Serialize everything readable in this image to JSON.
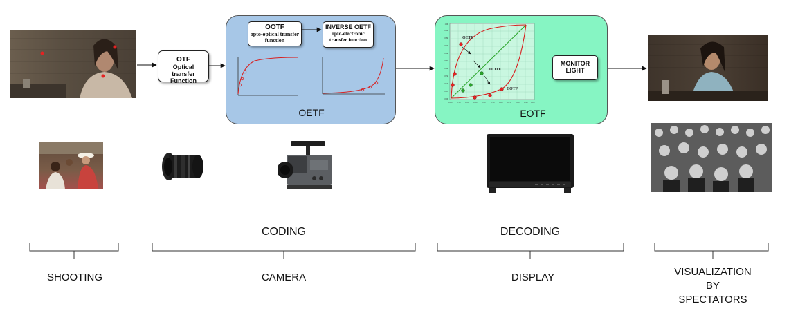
{
  "nodes": {
    "otf": {
      "title": "OTF",
      "subtitle": "Optical transfer Function"
    },
    "ootf": {
      "title": "OOTF",
      "subtitle": "opto-optical transfer function"
    },
    "inverse_oetf": {
      "title": "INVERSE OETF",
      "subtitle": "opto-electronic transfer function"
    },
    "monitor": {
      "title": "MONITOR LIGHT"
    }
  },
  "panels": {
    "oetf": {
      "label": "OETF",
      "color": "#a7c7e7"
    },
    "eotf": {
      "label": "EOTF",
      "color": "#86f5c3"
    }
  },
  "eotf_plot": {
    "curve_labels": {
      "oetf": "OETF",
      "ootf": "OOTF",
      "eotf": "EOTF"
    },
    "tick_labels": [
      "0.00",
      "0.10",
      "0.20",
      "0.30",
      "0.40",
      "0.50",
      "0.60",
      "0.70",
      "0.80",
      "0.90",
      "1.00"
    ]
  },
  "stages": {
    "shooting": "SHOOTING",
    "coding": "CODING",
    "camera": "CAMERA",
    "decoding": "DECODING",
    "display": "DISPLAY",
    "visualization_line1": "VISUALIZATION",
    "visualization_line2": "BY",
    "visualization_line3": "SPECTATORS"
  },
  "colors": {
    "curve_red": "#d81e1e",
    "curve_green": "#2aa52a",
    "marker_red": "#e52222"
  },
  "icons": [
    "film-still-woman",
    "crew-shooting-photo",
    "cine-lens",
    "cinema-camera",
    "broadcast-monitor",
    "audience-photo"
  ]
}
